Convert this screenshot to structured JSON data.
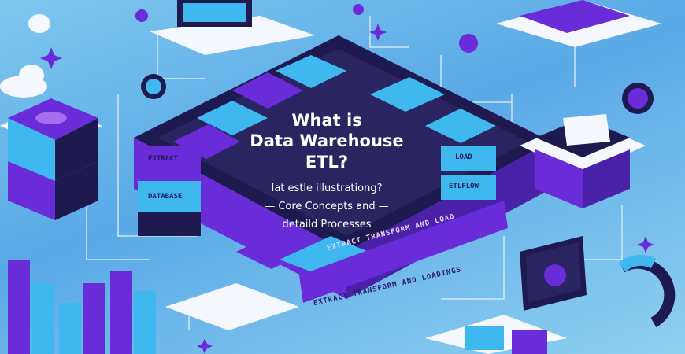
{
  "title": {
    "line1": "What is",
    "line2": "Data Warehouse",
    "line3": "ETL?"
  },
  "subtitle": {
    "line1": "Iat estle illustrationg?",
    "line2": "— Core Concepts and —",
    "line3": "detaild Processes"
  },
  "banners": {
    "main": "EXTRACT TRANSFORM AND LOAD",
    "lower": "EXTRACT TRANSFORM AND LOADINGS"
  },
  "block_labels": {
    "left_top": "EXTRACT",
    "left_bottom": "DATABASE",
    "right_top": "LOAD",
    "right_bottom": "ETLFLOW"
  },
  "colors": {
    "background": "#6db8ea",
    "purple": "#6a2bd9",
    "navy": "#1e1a4f",
    "cyan": "#3fb8f0",
    "white": "#f5f8ff"
  }
}
